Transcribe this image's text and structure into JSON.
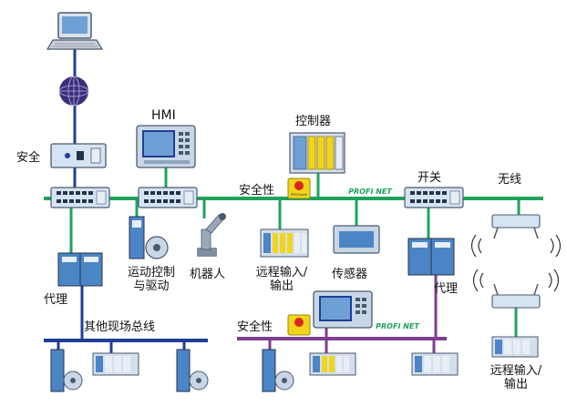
{
  "labels": {
    "safety_top": "安全",
    "hmi": "HMI",
    "controller": "控制器",
    "safety_mid": "安全性",
    "switch": "开关",
    "wireless": "无线",
    "motion_line1": "运动控制",
    "motion_line2": "与驱动",
    "robot": "机器人",
    "remote_io_line1": "远程输入/",
    "remote_io_line2": "输出",
    "sensor": "传感器",
    "proxy_left": "代理",
    "proxy_right": "代理",
    "other_fieldbus": "其他现场总线",
    "safety_bottom": "安全性",
    "remote_io2_line1": "远程输入/",
    "remote_io2_line2": "输出"
  },
  "brand": {
    "profinet_top": "PROFI NET",
    "profinet_bottom": "PROFI NET",
    "estop_text": "PROFIsafe"
  },
  "colors": {
    "ethernet_line": "#1fa35b",
    "blue_line": "#1f3f96",
    "purple_line": "#7d3f8c",
    "switch_body": "#d5e3f2",
    "device_blue": "#4c85c6",
    "io_yellow": "#f2d51a"
  }
}
